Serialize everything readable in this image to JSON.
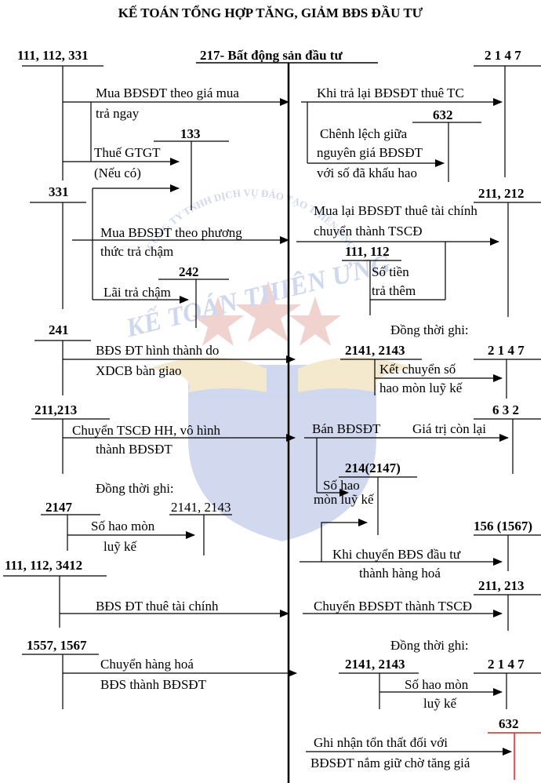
{
  "title": "KẾ TOÁN TỔNG HỢP TĂNG, GIẢM BĐS ĐẦU TƯ",
  "center_account": "217- Bất động sản đầu tư",
  "accounts": {
    "a111_112_331": "111, 112, 331",
    "a2147_top": "2 1 4 7",
    "a133": "133",
    "a632_top": "632",
    "a331": "331",
    "a211_212": "211, 212",
    "a111_112": "111, 112",
    "a242": "242",
    "a241": "241",
    "a2141_2143_r": "2141, 2143",
    "a2147_mid": "2 1 4 7",
    "a211_213_l": "211,213",
    "a632_mid": "6 3 2",
    "a214_2147": "214(2147)",
    "a2147_l": "2147",
    "a2141_2143_l": "2141, 2143",
    "a156_1567": "156 (1567)",
    "a111_112_3412": "111, 112, 3412",
    "a211_213_r": "211, 213",
    "a1557_1567": "1557, 1567",
    "a2141_2143_b": "2141, 2143",
    "a2147_b": "2 1 4 7",
    "a632_b": "632"
  },
  "labels": {
    "mua_l1": "Mua BĐSĐT theo giá mua",
    "mua_l2": "trả ngay",
    "thue_l1": "Thuế GTGT",
    "thue_l2": "(Nếu có)",
    "tra_lai": "Khi trả lại BĐSĐT thuê TC",
    "chenh_l1": "Chênh lệch giữa",
    "chenh_l2": "nguyên giá BĐSĐT",
    "chenh_l3": "với số đã khấu hao",
    "mua_lai_l1": "Mua lại BĐSĐT thuê tài chính",
    "mua_lai_l2": "chuyển thành TSCĐ",
    "tra_cham_l1": "Mua BĐSĐT theo phương",
    "tra_cham_l2": "thức trả chậm",
    "so_tien_l1": "Số tiền",
    "so_tien_l2": "trả thêm",
    "lai_tra_cham": "Lãi trả chậm",
    "dong_thoi_1": "Đồng thời ghi:",
    "xdcb_l1": "BĐS ĐT hình thành do",
    "xdcb_l2": "XDCB bàn giao",
    "ket_chuyen_l1": "Kết chuyển số",
    "ket_chuyen_l2": "hao mòn luỹ kế",
    "chuyen_tscd_l1": "Chuyển TSCĐ HH, vô hình",
    "chuyen_tscd_l2": "thành BĐSĐT",
    "ban": "Bán BĐSĐT",
    "gia_tri_con_lai": "Giá trị còn lại",
    "so_hao_mon_r_l1": "Số hao",
    "so_hao_mon_r_l2": "mòn luỹ kế",
    "dong_thoi_2": "Đồng thời ghi:",
    "so_hao_mon_l_l1": "Số hao mòn",
    "so_hao_mon_l_l2": "luỹ kế",
    "chuyen_hh_l1": "Khi chuyển BĐS đầu tư",
    "chuyen_hh_l2": "thành hàng hoá",
    "thue_tc": "BĐS ĐT thuê tài chính",
    "chuyen_tscd_r": "Chuyển BĐSĐT thành TSCĐ",
    "dong_thoi_3": "Đồng thời ghi:",
    "chuyen_hang_l1": "Chuyển hàng hoá",
    "chuyen_hang_l2": "BĐS thành BĐSĐT",
    "so_hao_mon_b_l1": "Số hao mòn",
    "so_hao_mon_b_l2": "luỹ kế",
    "ton_that_l1": "Ghi nhận tổn thất đối với",
    "ton_that_l2": "BĐSĐT nắm giữ chờ tăng giá"
  },
  "watermark": {
    "arc_text": "CÔNG TY TNHH DỊCH VỤ ĐÀO TẠO THIÊN ƯNG",
    "brand": "KẾ TOÁN THIÊN ƯNG"
  },
  "colors": {
    "ink": "#000000",
    "accent": "#e02020",
    "watermark_blue": "#3050b8",
    "watermark_red": "#c0392b"
  }
}
